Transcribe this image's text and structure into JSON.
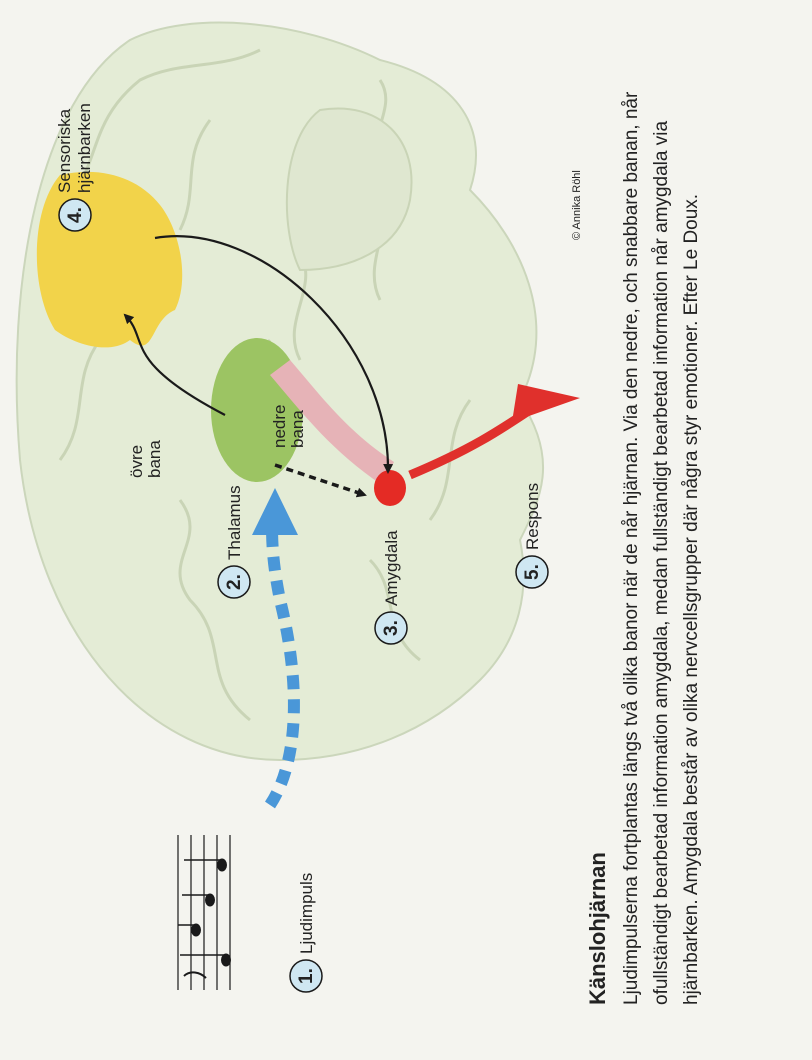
{
  "labels": {
    "step1": {
      "number": "1.",
      "text": "Ljudimpuls"
    },
    "step2": {
      "number": "2.",
      "text": "Thalamus"
    },
    "step3": {
      "number": "3.",
      "text": "Amygdala"
    },
    "step4": {
      "number": "4.",
      "line1": "Sensoriska",
      "line2": "hjärnbarken"
    },
    "step5": {
      "number": "5.",
      "text": "Respons"
    },
    "upper_path": {
      "line1": "övre",
      "line2": "bana"
    },
    "lower_path": {
      "line1": "nedre",
      "line2": "bana"
    }
  },
  "credit": "© Annika Röhl",
  "caption": {
    "title": "Känslohjärnan",
    "body": "Ljudimpulserna fortplantas längs två olika banor när de når hjärnan. Via den nedre, och snabbare banan, når ofullständigt bearbetad information amygdala, medan fullständigt bearbetad information når amygdala via hjärnbarken. Amygdala består av olika nervcellsgrupper där några styr emotioner. Efter Le Doux."
  },
  "colors": {
    "brain": "#e4ecd6",
    "sensory_cortex": "#f2d34a",
    "thalamus": "#9cc463",
    "amygdala": "#e42b25",
    "sound_path": "#4a97d8",
    "response": "#e0302c",
    "badge": "#cfe7f2"
  }
}
